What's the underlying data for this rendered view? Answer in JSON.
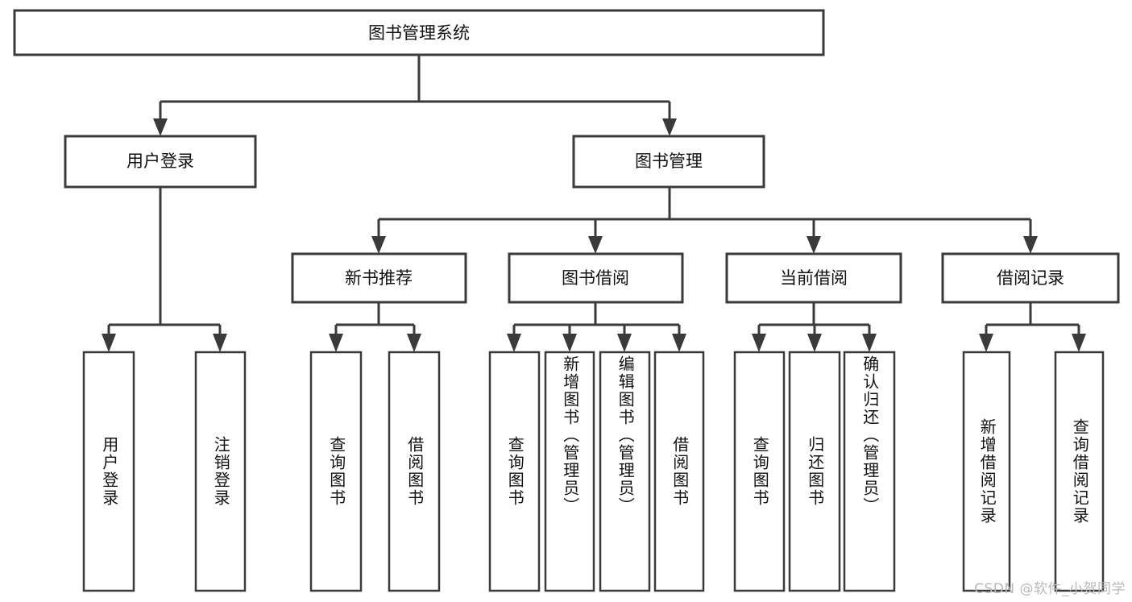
{
  "diagram": {
    "type": "hierarchy-tree",
    "title": "图书管理系统",
    "colors": {
      "stroke": "#3a3a3a",
      "fill": "#ffffff",
      "text": "#111111",
      "background": "#ffffff",
      "watermark": "#b9b9b9"
    },
    "root": {
      "label": "图书管理系统"
    },
    "level2": [
      {
        "label": "用户登录"
      },
      {
        "label": "图书管理"
      }
    ],
    "level3": [
      {
        "label": "新书推荐"
      },
      {
        "label": "图书借阅"
      },
      {
        "label": "当前借阅"
      },
      {
        "label": "借阅记录"
      }
    ],
    "leaves": {
      "user_login": [
        {
          "label": "用户登录"
        },
        {
          "label": "注销登录"
        }
      ],
      "new_book_recommend": [
        {
          "label": "查询图书"
        },
        {
          "label": "借阅图书"
        }
      ],
      "book_borrow": [
        {
          "label": "查询图书"
        },
        {
          "label": "新增图书（管理员）"
        },
        {
          "label": "编辑图书（管理员）"
        },
        {
          "label": "借阅图书"
        }
      ],
      "current_borrow": [
        {
          "label": "查询图书"
        },
        {
          "label": "归还图书"
        },
        {
          "label": "确认归还（管理员）"
        }
      ],
      "borrow_record": [
        {
          "label": "新增借阅记录"
        },
        {
          "label": "查询借阅记录"
        }
      ]
    }
  },
  "watermark": {
    "text": "CSDN @软件_小贺同学"
  }
}
